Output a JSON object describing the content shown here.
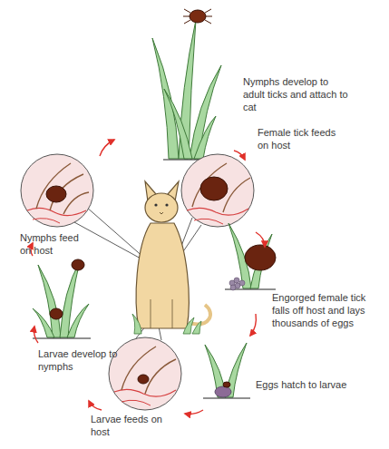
{
  "diagram": {
    "labels": [
      "Nymphs develop to adult ticks and attach to cat",
      "Female tick feeds on host",
      "Nymphs feed on host",
      "Engorged female tick falls off host and lays thousands of eggs",
      "Larvae develop to nymphs",
      "Eggs hatch to larvae",
      "Larvae feeds on host"
    ]
  }
}
